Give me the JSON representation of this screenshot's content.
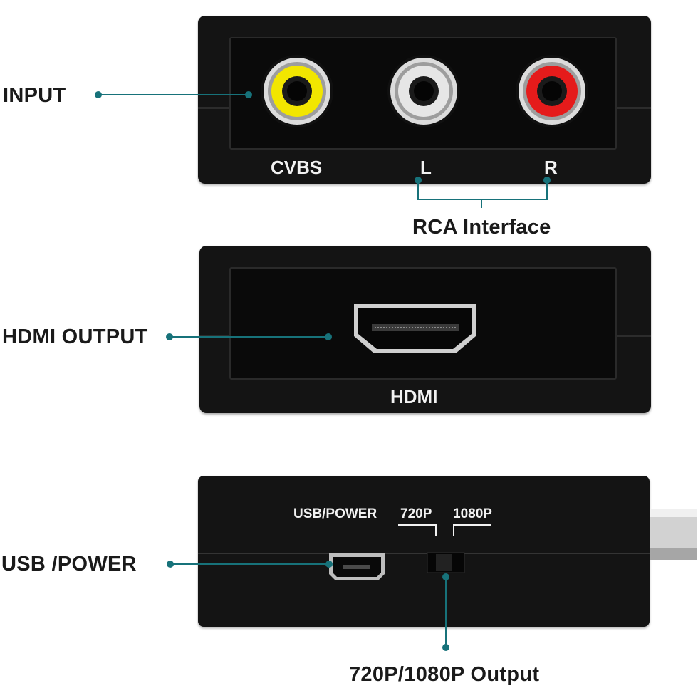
{
  "callouts": {
    "input": "INPUT",
    "rca_interface": "RCA Interface",
    "hdmi_output": "HDMI OUTPUT",
    "usb_power": "USB /POWER",
    "resolution_output": "720P/1080P Output"
  },
  "device_labels": {
    "cvbs": "CVBS",
    "left": "L",
    "right": "R",
    "hdmi": "HDMI",
    "usb_power": "USB/POWER",
    "res_720": "720P",
    "res_1080": "1080P"
  },
  "colors": {
    "accent": "#17727a",
    "device_body": "#141414",
    "rca_yellow": "#f2e600",
    "rca_white": "#e6e6e6",
    "rca_red": "#e51b1b"
  }
}
